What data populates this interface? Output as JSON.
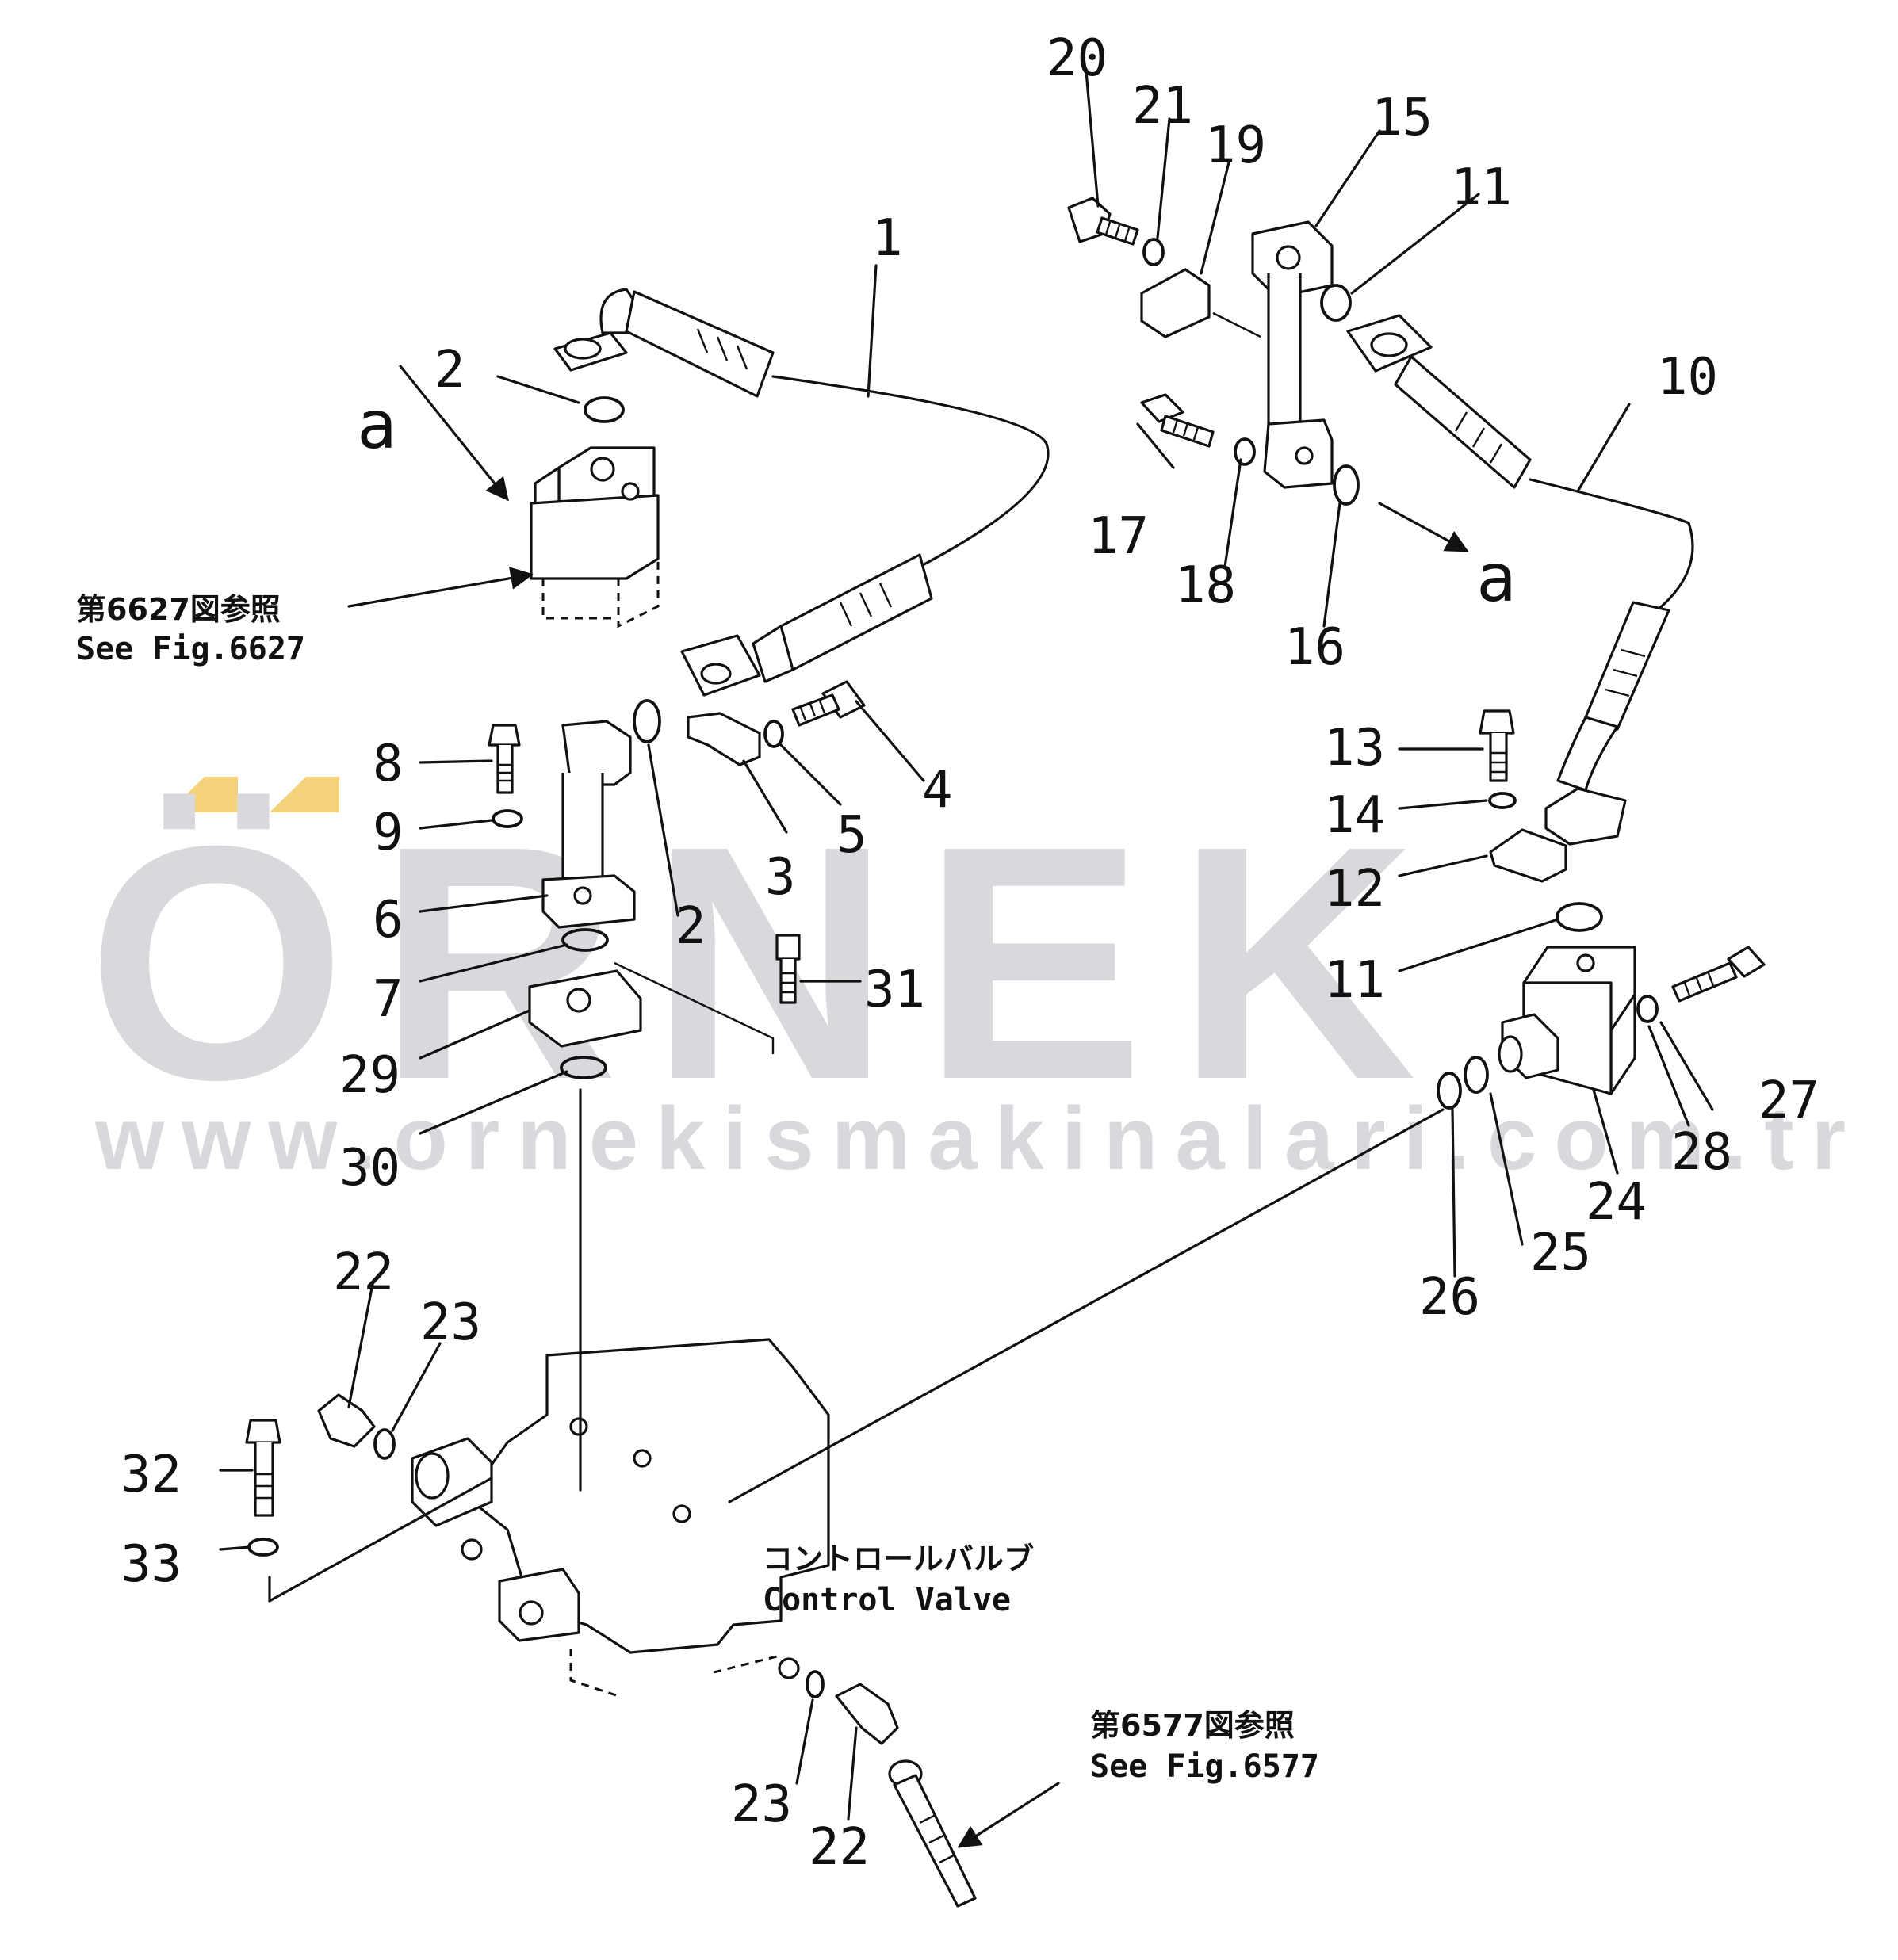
{
  "watermark": {
    "brand": "ÖRNEK",
    "url": "www.ornekismakinalari.com.tr",
    "accent_color": "#f3d27a",
    "text_color": "#d9d9dd"
  },
  "view_labels": {
    "a_left": "a",
    "a_right": "a"
  },
  "references": {
    "fig6627_ja": "第6627図参照",
    "fig6627_en": "See Fig.6627",
    "fig6577_ja": "第6577図参照",
    "fig6577_en": "See Fig.6577",
    "control_valve_ja": "コントロールバルブ",
    "control_valve_en": "Control Valve"
  },
  "callouts": {
    "c1": "1",
    "c2a": "2",
    "c2b": "2",
    "c3": "3",
    "c4": "4",
    "c5": "5",
    "c6": "6",
    "c7": "7",
    "c8": "8",
    "c9": "9",
    "c10": "10",
    "c11a": "11",
    "c11b": "11",
    "c12": "12",
    "c13": "13",
    "c14": "14",
    "c15": "15",
    "c16": "16",
    "c17": "17",
    "c18": "18",
    "c19": "19",
    "c20": "20",
    "c21": "21",
    "c22a": "22",
    "c22b": "22",
    "c23a": "23",
    "c23b": "23",
    "c24": "24",
    "c25": "25",
    "c26": "26",
    "c27": "27",
    "c28": "28",
    "c29": "29",
    "c30": "30",
    "c31": "31",
    "c32": "32",
    "c33": "33"
  }
}
